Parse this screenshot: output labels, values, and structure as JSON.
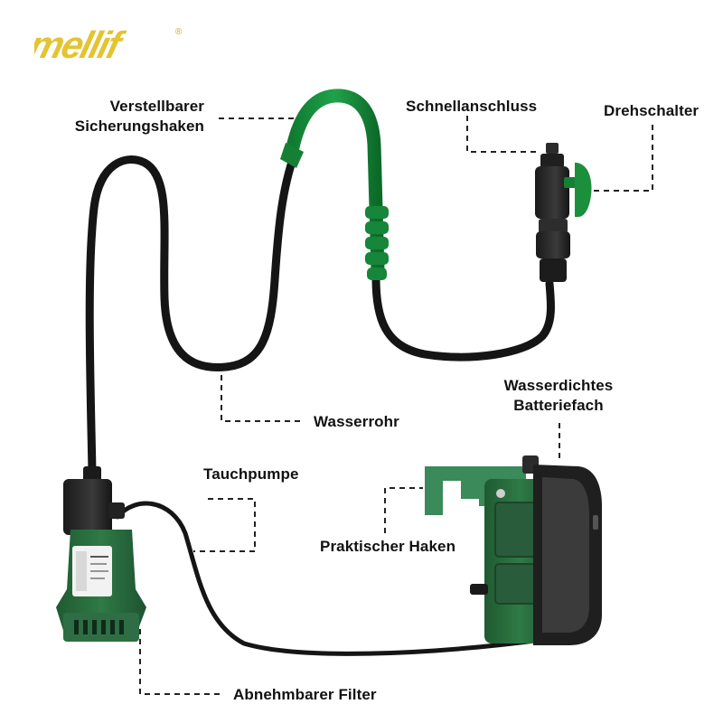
{
  "brand": {
    "logo_text": "mellif",
    "logo_mark": "®",
    "logo_color": "#e3c431"
  },
  "colors": {
    "body_green": "#2e6b3f",
    "accent_green": "#1e8a3a",
    "hose": "#151515",
    "housing_dark": "#2a2a2a",
    "leader_line": "#222222"
  },
  "labels": {
    "hook_line1": "Verstellbarer",
    "hook_line2": "Sicherungshaken",
    "quick_connect": "Schnellanschluss",
    "rotary_switch": "Drehschalter",
    "water_pipe": "Wasserrohr",
    "battery_line1": "Wasserdichtes",
    "battery_line2": "Batteriefach",
    "pump": "Tauchpumpe",
    "practical_hook": "Praktischer Haken",
    "filter": "Abnehmbarer Filter"
  },
  "icons": {
    "valve": "valve-icon",
    "pump": "pump-icon",
    "battery": "battery-icon"
  }
}
